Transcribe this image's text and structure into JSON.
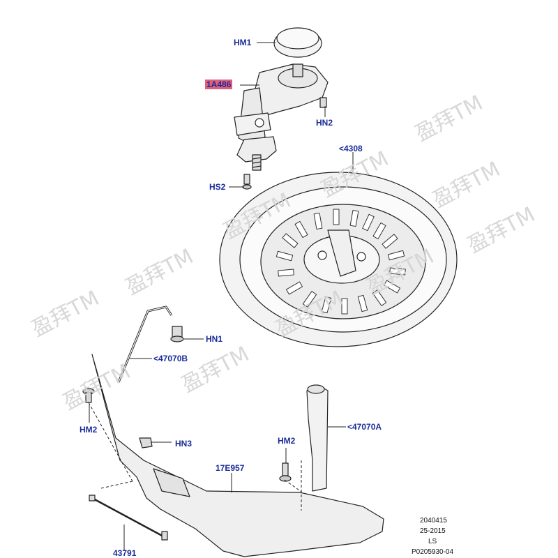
{
  "callouts": {
    "hm1": "HM1",
    "part_1a486": "1A486",
    "hn2": "HN2",
    "part_4308": "<4308",
    "hs2": "HS2",
    "hn1": "HN1",
    "part_47070b": "<47070B",
    "hm2_left": "HM2",
    "hn3": "HN3",
    "hm2_right": "HM2",
    "part_47070a": "<47070A",
    "part_17e957": "17E957",
    "part_43791": "43791"
  },
  "reference": {
    "line1": "2040415",
    "line2": "25-2015",
    "line3": "LS",
    "line4": "P0205930-04"
  },
  "watermark": "盈拜TM",
  "colors": {
    "callout_text": "#1a2c9a",
    "highlight": "#e0607a",
    "line_art": "#222222",
    "fill": "#f2f2f2"
  }
}
